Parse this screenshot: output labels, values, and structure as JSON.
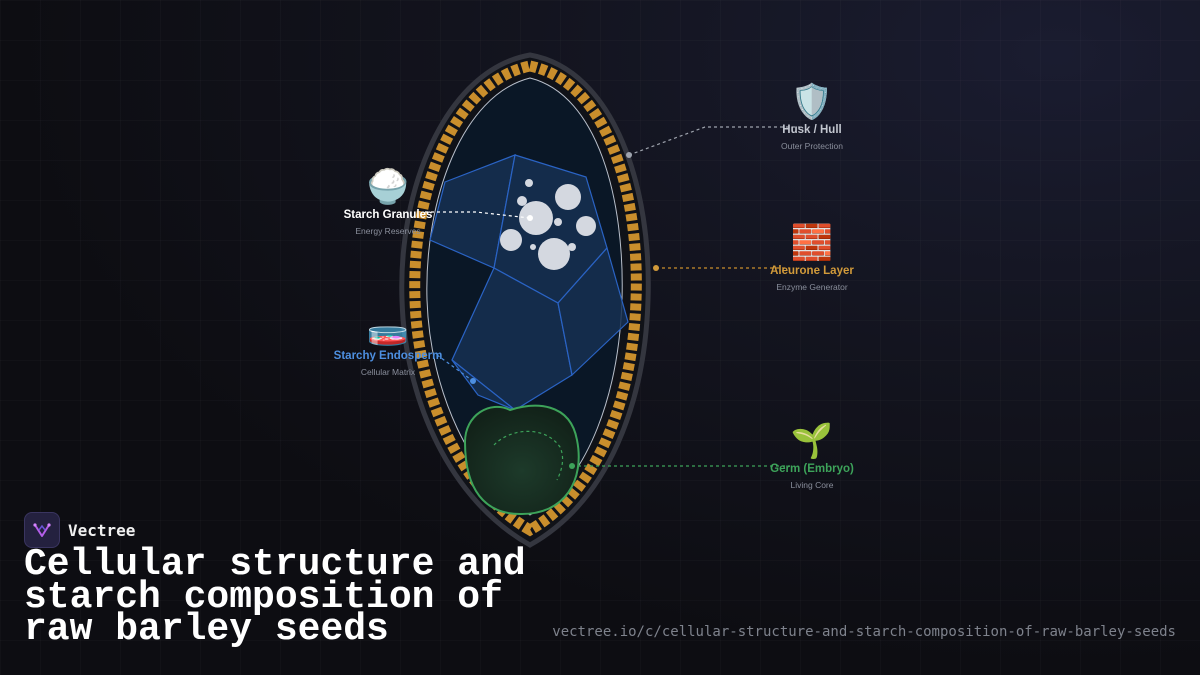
{
  "brand": {
    "name": "Vectree"
  },
  "headline": "Cellular structure and starch composition of raw barley seeds",
  "url": "vectree.io/c/cellular-structure-and-starch-composition-of-raw-barley-seeds",
  "colors": {
    "husk": "#c2c6cf",
    "aleurone": "#d19a3a",
    "starch": "#ffffff",
    "endosperm": "#4d8fe0",
    "germ": "#3da35a"
  },
  "labels": {
    "husk": {
      "icon": "🛡️",
      "icon_name": "shield-icon",
      "title": "Husk / Hull",
      "subtitle": "Outer Protection"
    },
    "aleurone": {
      "icon": "🧱",
      "icon_name": "brick-icon",
      "title": "Aleurone Layer",
      "subtitle": "Enzyme Generator"
    },
    "germ": {
      "icon": "🌱",
      "icon_name": "seedling-icon",
      "title": "Germ (Embryo)",
      "subtitle": "Living Core"
    },
    "starch": {
      "icon": "🍚",
      "icon_name": "rice-bowl-icon",
      "title": "Starch Granules",
      "subtitle": "Energy Reserves"
    },
    "endosperm": {
      "icon": "🧫",
      "icon_name": "petri-dish-icon",
      "title": "Starchy Endosperm",
      "subtitle": "Cellular Matrix"
    }
  }
}
